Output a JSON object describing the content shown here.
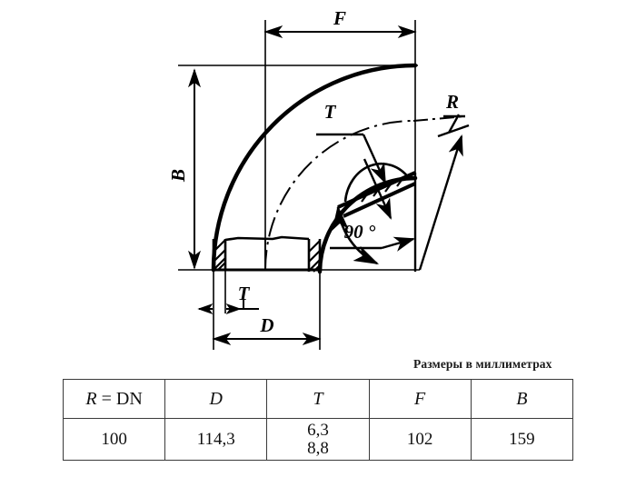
{
  "drawing": {
    "title": "90-degree pipe elbow fitting cross-section drawing",
    "dimension_labels": {
      "f": "F",
      "b": "B",
      "t_upper": "T",
      "t_lower": "T",
      "d": "D",
      "r": "R",
      "angle": "90 °"
    }
  },
  "caption": {
    "units_note": "Размеры в миллиметрах"
  },
  "table": {
    "headers": [
      {
        "italic": "R",
        "plain": " = DN"
      },
      {
        "italic": "D",
        "plain": ""
      },
      {
        "italic": "T",
        "plain": ""
      },
      {
        "italic": "F",
        "plain": ""
      },
      {
        "italic": "B",
        "plain": ""
      }
    ],
    "header_texts": [
      "R = DN",
      "D",
      "T",
      "F",
      "B"
    ],
    "rows": [
      {
        "r_dn": "100",
        "d": "114,3",
        "t_line1": "6,3",
        "t_line2": "8,8",
        "f": "102",
        "b": "159"
      }
    ]
  },
  "colors": {
    "ink": "#000000",
    "table_border": "#3a3a3a",
    "background": "#ffffff"
  }
}
